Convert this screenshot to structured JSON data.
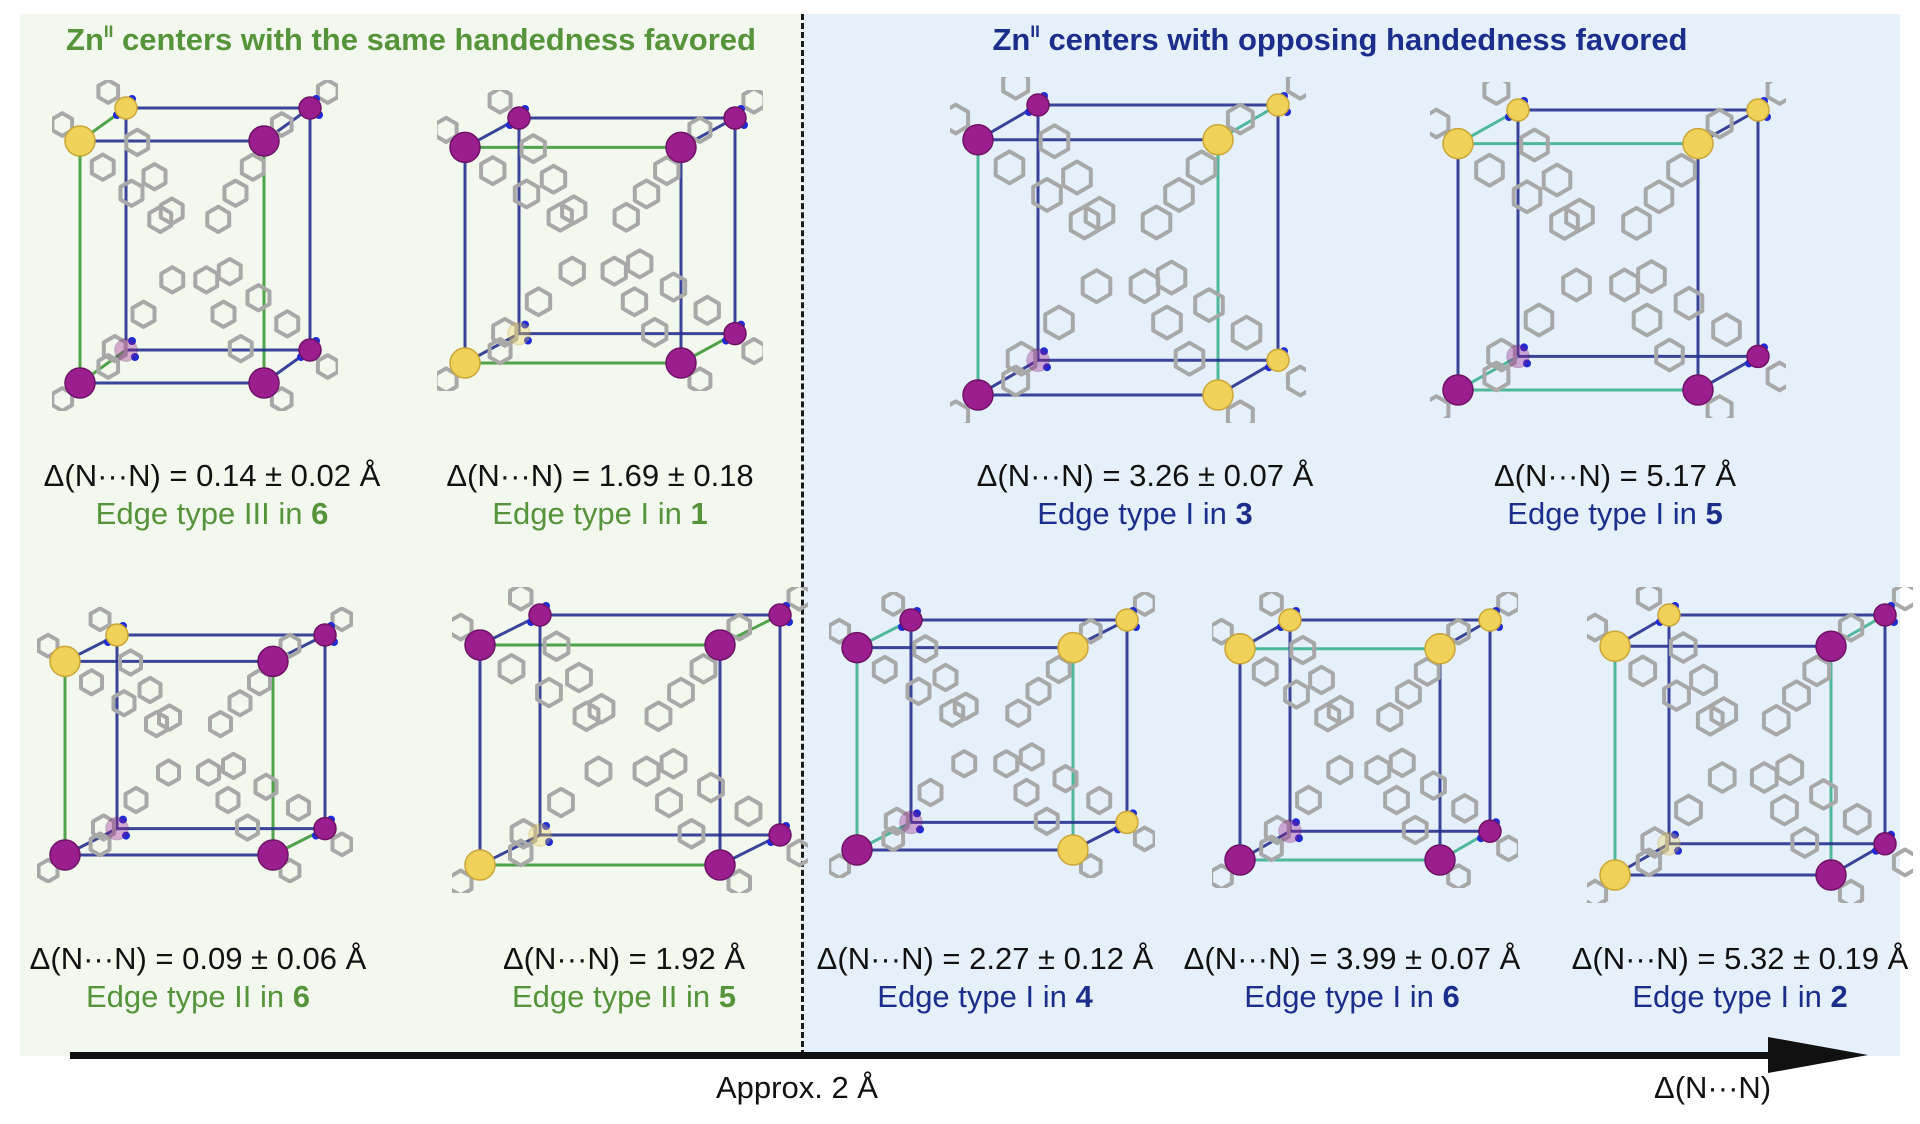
{
  "headings": {
    "left": {
      "prefix": "Zn",
      "sup": "II",
      "rest": " centers with the same handedness favored"
    },
    "right": {
      "prefix": "Zn",
      "sup": "II",
      "rest": " centers with opposing handedness favored"
    }
  },
  "colors": {
    "green_text": "#55943a",
    "blue_text": "#1b2e8c",
    "left_panel": "#f3f8ee",
    "right_panel": "#e6f0fb",
    "zinc_magenta": "#9b1e8f",
    "zinc_yellow": "#f0d25a",
    "nitrogen": "#1f2bd6",
    "carbon": "#a8a8a8"
  },
  "structures": [
    {
      "delta": "Δ(N···N) = 0.14 ± 0.02 Å",
      "edge": "Edge type III in ",
      "compound": "6",
      "group": "same"
    },
    {
      "delta": "Δ(N···N) = 1.69 ± 0.18",
      "edge": "Edge type I in ",
      "compound": "1",
      "group": "same"
    },
    {
      "delta": "Δ(N···N) = 3.26 ± 0.07 Å",
      "edge": "Edge type I in ",
      "compound": "3",
      "group": "opposing"
    },
    {
      "delta": "Δ(N···N) = 5.17 Å",
      "edge": "Edge type I in ",
      "compound": "5",
      "group": "opposing"
    },
    {
      "delta": "Δ(N···N) = 0.09 ± 0.06 Å",
      "edge": "Edge type II in ",
      "compound": "6",
      "group": "same"
    },
    {
      "delta": "Δ(N···N) = 1.92 Å",
      "edge": "Edge type II in ",
      "compound": "5",
      "group": "same"
    },
    {
      "delta": "Δ(N···N) = 2.27 ± 0.12 Å",
      "edge": "Edge type I in ",
      "compound": "4",
      "group": "opposing"
    },
    {
      "delta": "Δ(N···N) = 3.99 ± 0.07 Å",
      "edge": "Edge type I in ",
      "compound": "6",
      "group": "opposing"
    },
    {
      "delta": "Δ(N···N) = 5.32 ±  0.19 Å",
      "edge": "Edge type I in ",
      "compound": "2",
      "group": "opposing"
    }
  ],
  "axis": {
    "approx": "Approx. 2 Å",
    "label": "Δ(N···N)"
  }
}
